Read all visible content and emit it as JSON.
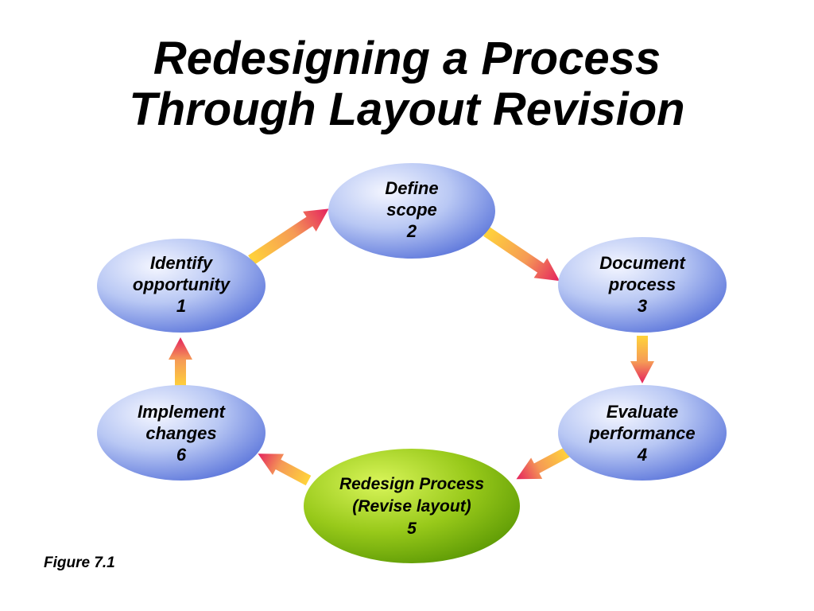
{
  "title": {
    "line1": "Redesigning a Process",
    "line2": "Through Layout Revision"
  },
  "steps": [
    {
      "id": "identify",
      "lines": [
        "Identify",
        "opportunity",
        "1"
      ],
      "color": "blue"
    },
    {
      "id": "define",
      "lines": [
        "Define",
        "scope",
        "2"
      ],
      "color": "blue"
    },
    {
      "id": "document",
      "lines": [
        "Document",
        "process",
        "3"
      ],
      "color": "blue"
    },
    {
      "id": "evaluate",
      "lines": [
        "Evaluate",
        "performance",
        "4"
      ],
      "color": "blue"
    },
    {
      "id": "redesign",
      "lines": [
        "Redesign Process",
        "(Revise layout)",
        "5"
      ],
      "color": "green"
    },
    {
      "id": "implement",
      "lines": [
        "Implement",
        "changes",
        "6"
      ],
      "color": "blue"
    }
  ],
  "caption": "Figure 7.1",
  "colors": {
    "blue_light": "#dfe6fb",
    "blue_dark": "#4a66d6",
    "green_light": "#c8ec33",
    "green_dark": "#4f8f00",
    "arrow_start": "#ffd33a",
    "arrow_end": "#e4215e"
  }
}
